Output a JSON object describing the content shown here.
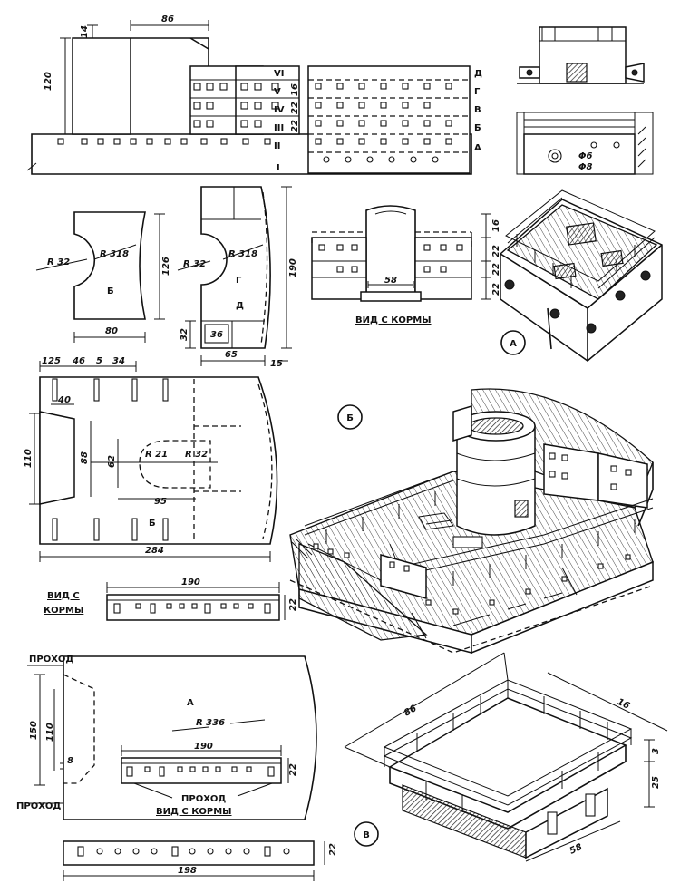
{
  "top_elevation": {
    "dim_width": "86",
    "dim_height": "120",
    "dim_top": "14",
    "deck_letters": [
      "Д",
      "Г",
      "В",
      "Б",
      "А"
    ],
    "level_numerals": [
      "VI",
      "V",
      "IV",
      "III",
      "II",
      "I"
    ],
    "level_dims": [
      "16",
      "22",
      "22"
    ]
  },
  "part_b": {
    "label": "Б",
    "r1": "R 32",
    "r2": "R 318",
    "height": "126",
    "width": "80"
  },
  "part_gd": {
    "label1": "Г",
    "label2": "Д",
    "r1": "R 32",
    "r2": "R 318",
    "height": "190",
    "w1": "65",
    "w2": "15",
    "inset_w": "36",
    "inset_h": "32"
  },
  "stern_view_1": {
    "caption": "ВИД С КОРМЫ",
    "width": "58",
    "dims": [
      "16",
      "22",
      "22",
      "22"
    ]
  },
  "callout_a": "А",
  "callout_b": "Б",
  "callout_v": "В",
  "deck_b": {
    "top_dims": [
      "12",
      "5",
      "46",
      "5",
      "34"
    ],
    "dim_40": "40",
    "dim_110": "110",
    "dim_88": "88",
    "dim_62": "62",
    "r21": "R 21",
    "r32": "R 32",
    "dim_95": "95",
    "label": "Б",
    "dim_284": "284"
  },
  "stern_view_2": {
    "caption_1": "ВИД С",
    "caption_2": "КОРМЫ",
    "width": "190",
    "height": "22"
  },
  "deck_a": {
    "passage_1": "ПРОХОД",
    "passage_2": "ПРОХОД",
    "dim_150": "150",
    "dim_110": "110",
    "dim_8": "8",
    "label": "А",
    "radius": "R 336",
    "width_190": "190",
    "h_22": "22",
    "passage_3": "ПРОХОД",
    "caption": "ВИД С КОРМЫ"
  },
  "bottom_strip": {
    "width": "198",
    "height": "22"
  },
  "iso_v": {
    "d86": "86",
    "d16": "16",
    "d3": "3",
    "d25": "25",
    "d58": "58"
  }
}
